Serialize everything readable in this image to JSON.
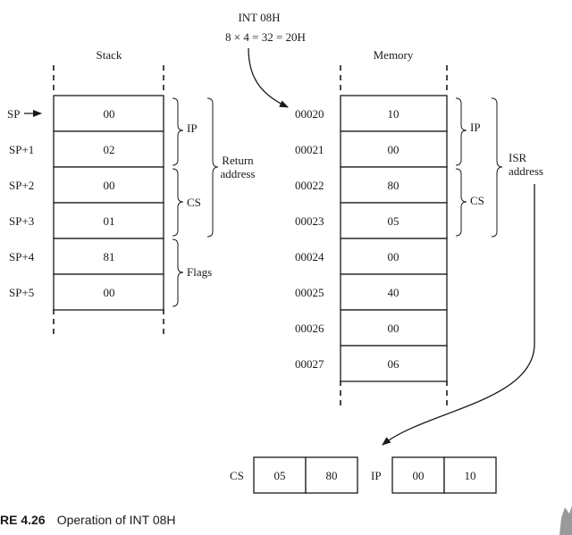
{
  "header": {
    "int_label": "INT 08H",
    "int_calc": "8 × 4 = 32 = 20H"
  },
  "stack": {
    "title": "Stack",
    "rows": [
      {
        "addr": "SP",
        "value": "00"
      },
      {
        "addr": "SP+1",
        "value": "02"
      },
      {
        "addr": "SP+2",
        "value": "00"
      },
      {
        "addr": "SP+3",
        "value": "01"
      },
      {
        "addr": "SP+4",
        "value": "81"
      },
      {
        "addr": "SP+5",
        "value": "00"
      }
    ],
    "brace_ip": "IP",
    "brace_cs": "CS",
    "brace_flags": "Flags",
    "return_line1": "Return",
    "return_line2": "address"
  },
  "memory": {
    "title": "Memory",
    "rows": [
      {
        "addr": "00020",
        "value": "10"
      },
      {
        "addr": "00021",
        "value": "00"
      },
      {
        "addr": "00022",
        "value": "80"
      },
      {
        "addr": "00023",
        "value": "05"
      },
      {
        "addr": "00024",
        "value": "00"
      },
      {
        "addr": "00025",
        "value": "40"
      },
      {
        "addr": "00026",
        "value": "00"
      },
      {
        "addr": "00027",
        "value": "06"
      }
    ],
    "brace_ip": "IP",
    "brace_cs": "CS",
    "isr_line1": "ISR",
    "isr_line2": "address"
  },
  "registers": {
    "cs_label": "CS",
    "cs_values": [
      "05",
      "80"
    ],
    "ip_label": "IP",
    "ip_values": [
      "00",
      "10"
    ]
  },
  "caption": {
    "figure": "RE 4.26",
    "text": "Operation of INT   08H"
  }
}
